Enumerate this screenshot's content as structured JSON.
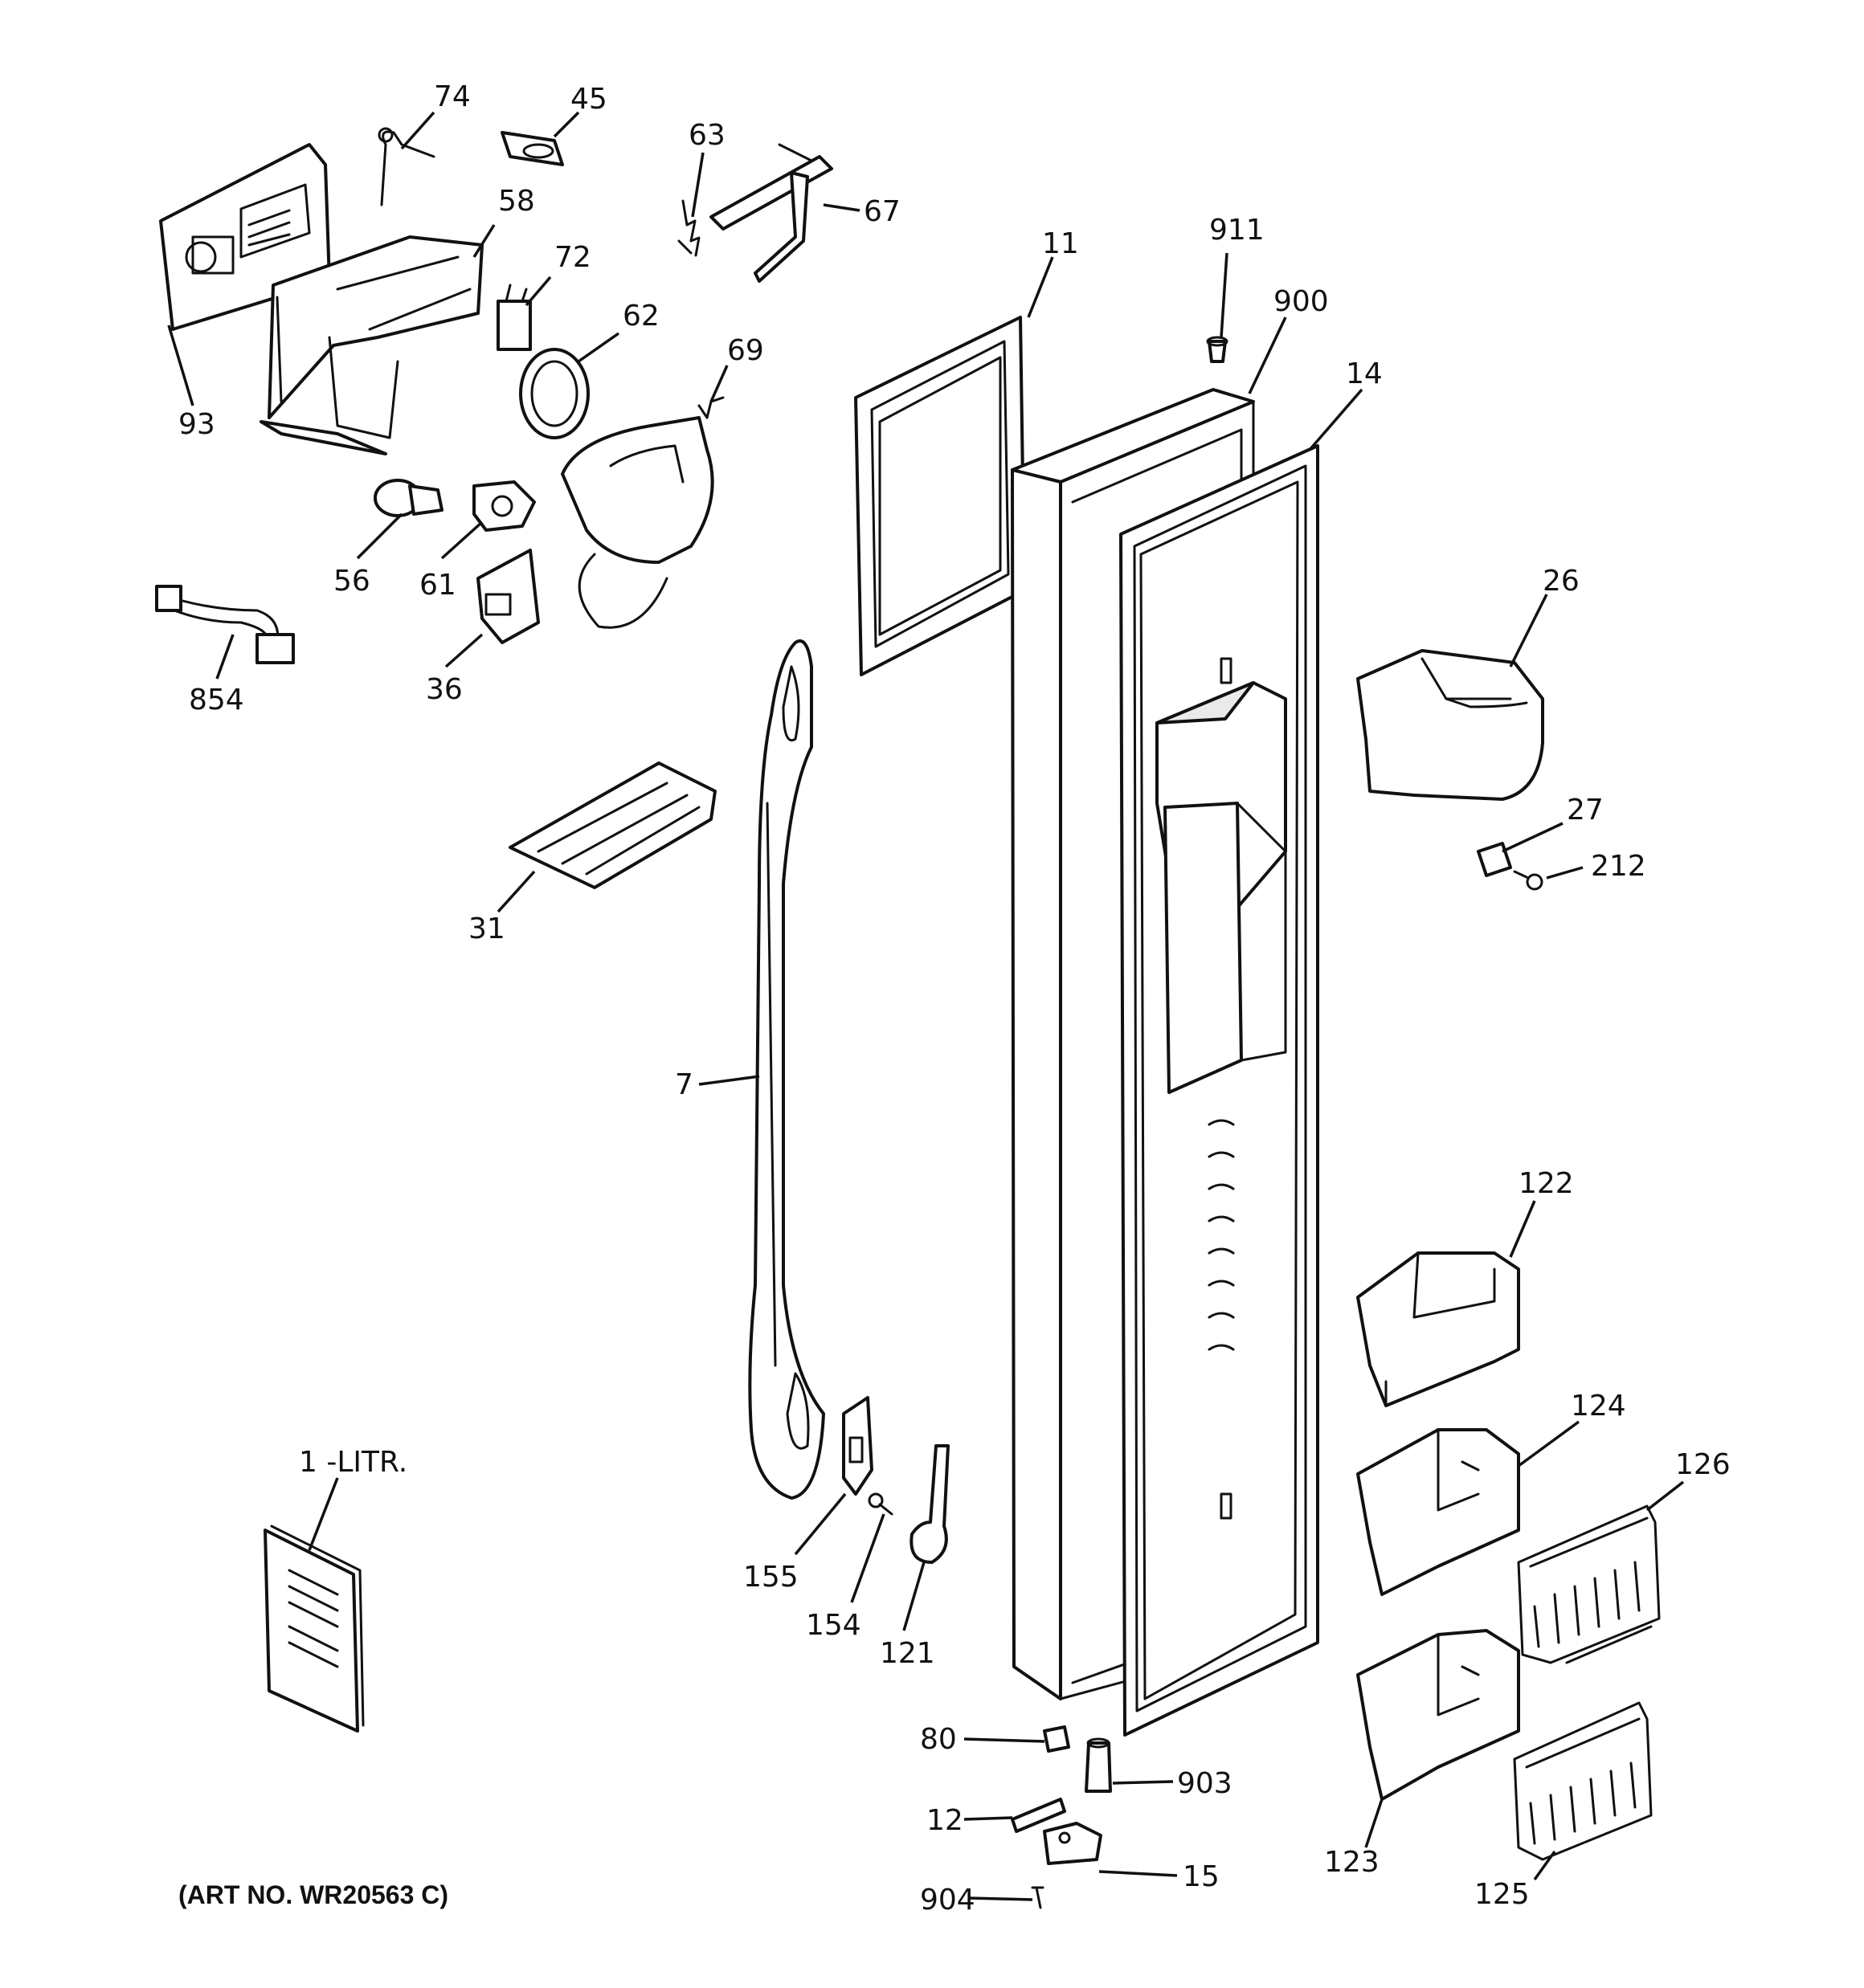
{
  "diagram_title_note": "(ART NO. WR20563 C)",
  "labels": {
    "74": "74",
    "45": "45",
    "63": "63",
    "67": "67",
    "58": "58",
    "72": "72",
    "62": "62",
    "69": "69",
    "93": "93",
    "56": "56",
    "61": "61",
    "36": "36",
    "854": "854",
    "11": "11",
    "911": "911",
    "900": "900",
    "14": "14",
    "26": "26",
    "27": "27",
    "212": "212",
    "31": "31",
    "7": "7",
    "122": "122",
    "124": "124",
    "126": "126",
    "1_litr": "1 -LITR.",
    "155": "155",
    "154": "154",
    "121": "121",
    "80": "80",
    "903": "903",
    "12": "12",
    "15": "15",
    "904": "904",
    "123": "123",
    "125": "125"
  }
}
